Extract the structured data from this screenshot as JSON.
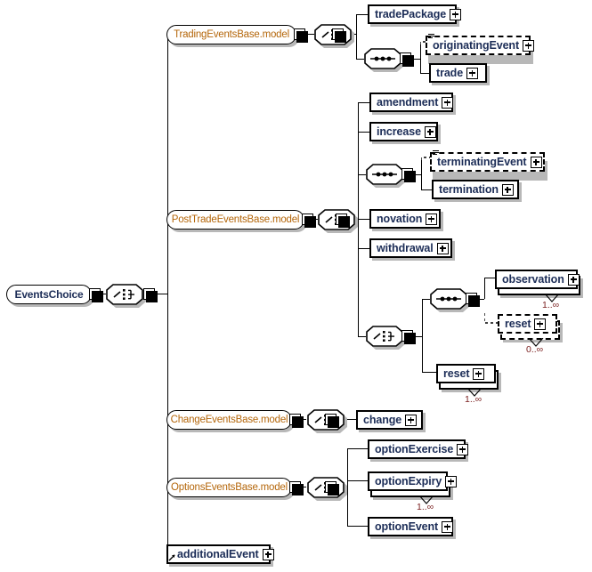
{
  "diagram": {
    "title": "EventsChoice",
    "type": "xml-schema-diagram",
    "root": {
      "name": "EventsChoice",
      "kind": "group",
      "compositor": "choice"
    },
    "nodes": {
      "root": "EventsChoice",
      "tradingModel": "TradingEventsBase.model",
      "postTradeModel": "PostTradeEventsBase.model",
      "changeModel": "ChangeEventsBase.model",
      "optionsModel": "OptionsEventsBase.model",
      "tradePackage": "tradePackage",
      "originatingEvent": "originatingEvent",
      "trade": "trade",
      "amendment": "amendment",
      "increase": "increase",
      "terminatingEvent": "terminatingEvent",
      "termination": "termination",
      "novation": "novation",
      "withdrawal": "withdrawal",
      "observation": "observation",
      "resetOptional": "reset",
      "reset": "reset",
      "change": "change",
      "optionExercise": "optionExercise",
      "optionExpiry": "optionExpiry",
      "optionEvent": "optionEvent",
      "additionalEvent": "additionalEvent"
    },
    "cardinalities": {
      "observation": "1..∞",
      "resetOptional": "0..∞",
      "reset": "1..∞",
      "optionExpiry": "1..∞"
    },
    "icons": {
      "expand": "plus-icon",
      "collapse": "minus-icon",
      "choice": "choice-compositor-icon",
      "sequence": "sequence-compositor-icon",
      "annotation": "annotation-icon",
      "substitution": "substitution-arrow-icon"
    },
    "colors": {
      "element_text": "#1c2d57",
      "model_text": "#b4660a",
      "cardinality_text": "#7a1f1f",
      "line": "#000000",
      "shadow": "#b8b8b8",
      "background": "#ffffff"
    }
  }
}
